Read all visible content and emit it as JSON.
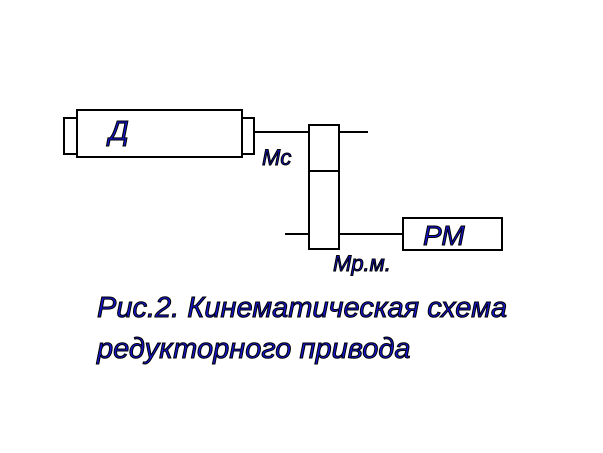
{
  "diagram": {
    "labels": {
      "motor": "Д",
      "coupling_moment": "Мс",
      "working_machine": "РМ",
      "working_machine_moment": "Мр.м."
    },
    "caption": {
      "line1": "Рис.2. Кинематическая схема",
      "line2": "редукторного привода"
    },
    "colors": {
      "line": "#000000",
      "text": "#1515c8",
      "background": "#ffffff"
    }
  }
}
